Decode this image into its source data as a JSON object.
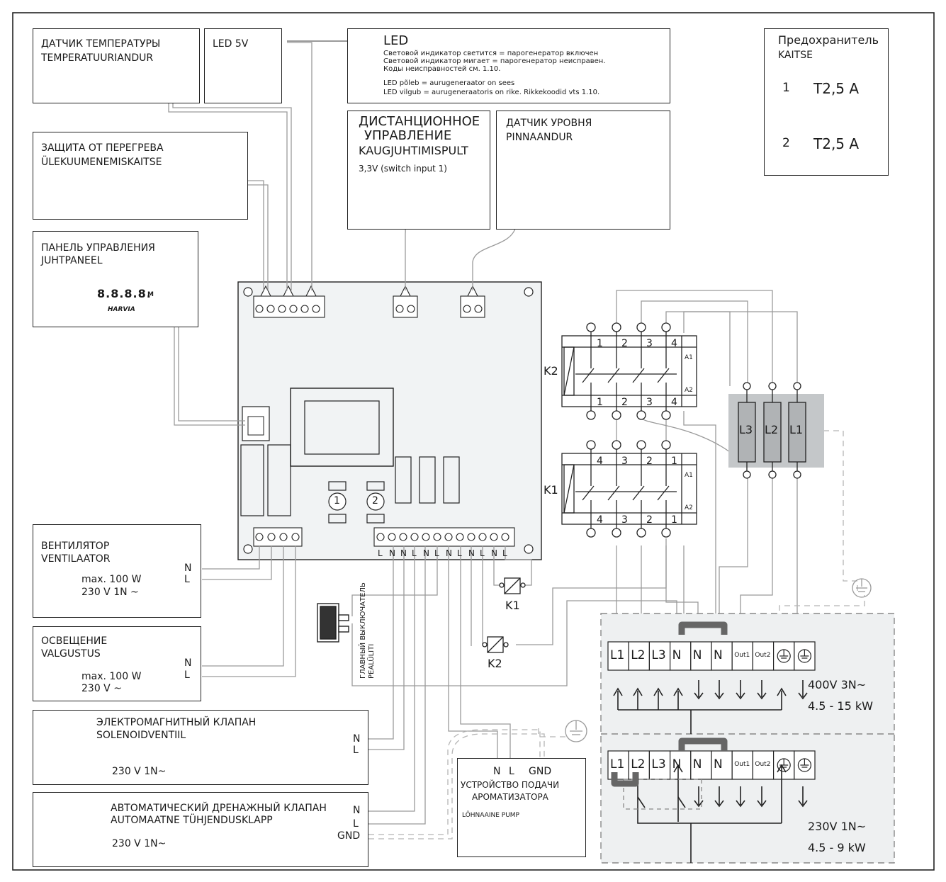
{
  "sensors": {
    "temperature": {
      "ru": "ДАТЧИК ТЕМПЕРАТУРЫ",
      "et": "TEMPERATUURIANDUR"
    },
    "led5v": {
      "label": "LED 5V"
    },
    "overheat": {
      "ru": "ЗАЩИТА ОТ ПЕРЕГРЕВА",
      "et": "ÜLEKUUMENEMISKAITSE"
    },
    "control_panel": {
      "ru": "ПАНЕЛЬ УПРАВЛЕНИЯ",
      "et": "JUHTPANEEL",
      "display": "8.8.8.8.",
      "m_label": "M",
      "brand": "HARVIA"
    },
    "remote": {
      "ru_line1": "ДИСТАНЦИОННОЕ",
      "ru_line2": "УПРАВЛЕНИЕ",
      "et": "KAUGJUHTIMISPULT",
      "note": "3,3V (switch input 1)"
    },
    "level": {
      "ru": "ДАТЧИК УРОВНЯ",
      "et": "PINNAANDUR"
    }
  },
  "led_info": {
    "title": "LED",
    "lines": [
      "Световой индикатор светится = парогенератор включен",
      "Световой индикатор мигает = парогенератор неисправен.",
      "Коды неисправностей см. 1.10.",
      "LED põleb = aurugeneraator on sees",
      "LED vilgub = aurugeneraatoris on rike. Rikkekoodid vts 1.10."
    ]
  },
  "fuse": {
    "title_ru": "Предохранитель",
    "title_et": "KAITSE",
    "items": [
      {
        "num": "1",
        "rating": "T2,5 A"
      },
      {
        "num": "2",
        "rating": "T2,5 A"
      }
    ]
  },
  "board": {
    "fuse_labels": [
      "1",
      "2"
    ],
    "bottom_terminals": [
      "L",
      "N",
      "N",
      "L",
      "N",
      "L",
      "N",
      "L",
      "N",
      "L",
      "N",
      "L"
    ]
  },
  "contactors": {
    "k2": {
      "label": "K2",
      "top": [
        "1",
        "2",
        "3",
        "4"
      ],
      "bottom": [
        "1",
        "2",
        "3",
        "4"
      ],
      "a1": "A1",
      "a2": "A2"
    },
    "k1": {
      "label": "K1",
      "top": [
        "4",
        "3",
        "2",
        "1"
      ],
      "bottom": [
        "4",
        "3",
        "2",
        "1"
      ],
      "a1": "A1",
      "a2": "A2"
    },
    "coil_k1": "K1",
    "coil_k2": "K2"
  },
  "heaters": [
    "L3",
    "L2",
    "L1"
  ],
  "main_switch": {
    "ru": "ГЛАВНЫЙ ВЫКЛЮЧАТЕЛЬ",
    "et": "PEALÜLITI"
  },
  "loads": {
    "fan": {
      "ru": "ВЕНТИЛЯТОР",
      "et": "VENTILAATOR",
      "spec1": "max. 100 W",
      "spec2": "230 V 1N ~",
      "n": "N",
      "l": "L"
    },
    "light": {
      "ru": "ОСВЕЩЕНИЕ",
      "et": "VALGUSTUS",
      "spec1": "max. 100 W",
      "spec2": "230 V  ~",
      "n": "N",
      "l": "L"
    },
    "solenoid": {
      "ru": "ЭЛЕКТРОМАГНИТНЫЙ КЛАПАН",
      "et": "SOLENOIDVENTIIL",
      "spec": "230 V 1N~",
      "n": "N",
      "l": "L"
    },
    "drain": {
      "ru": "АВТОМАТИЧЕСКИЙ ДРЕНАЖНЫЙ КЛАПАН",
      "et": "AUTOMAATNE TÜHJENDUSKLAPP",
      "spec": "230 V 1N~",
      "n": "N",
      "l": "L",
      "gnd": "GND"
    }
  },
  "aroma": {
    "n": "N",
    "l": "L",
    "gnd": "GND",
    "ru_line1": "УСТРОЙСТВО ПОДАЧИ",
    "ru_line2": "АРОМАТИЗАТОРА",
    "et": "LÕHNAAINE PUMP"
  },
  "supply": {
    "terminals": [
      "L1",
      "L2",
      "L3",
      "N",
      "N",
      "N",
      "Out1",
      "Out2"
    ],
    "upper_voltage": "400V 3N~",
    "upper_power": "4.5 - 15 kW",
    "lower_voltage": "230V 1N~",
    "lower_power": "4.5 - 9 kW"
  }
}
